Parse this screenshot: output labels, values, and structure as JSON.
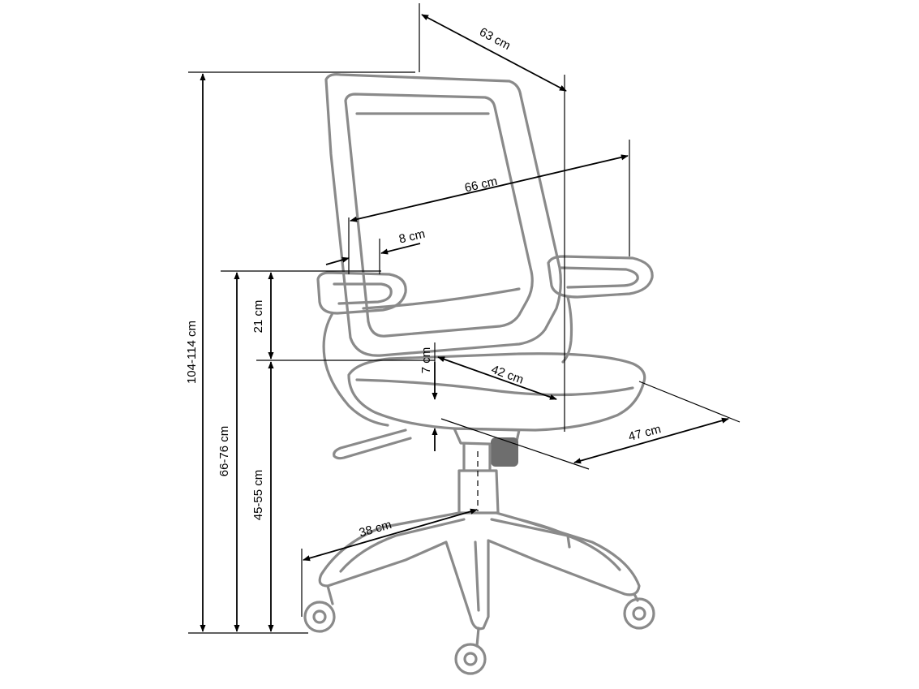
{
  "dimensions": {
    "depth_top": "63 cm",
    "width_arms": "66 cm",
    "armrest_width": "8 cm",
    "armrest_height": "21 cm",
    "seat_thickness": "7 cm",
    "seat_width": "42 cm",
    "seat_depth": "47 cm",
    "base_radius": "38 cm",
    "total_height": "104-114 cm",
    "arm_height": "66-76 cm",
    "seat_height": "45-55 cm"
  },
  "colors": {
    "outline": "#8a8a8a",
    "dimension_lines": "#000000"
  }
}
